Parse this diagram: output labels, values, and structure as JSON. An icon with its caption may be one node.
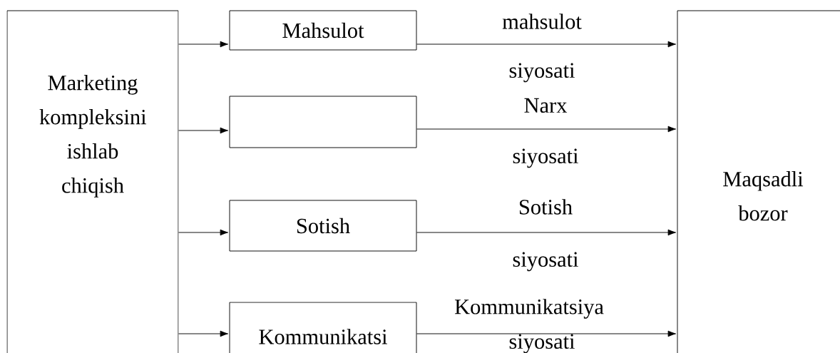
{
  "diagram": {
    "nodes": [
      {
        "text": [
          "Marketing kompleksini ishlab chiqish"
        ]
      },
      {
        "text": [
          "Mahsulot"
        ]
      },
      {
        "text": [],
        "shape": "box"
      },
      {
        "text": [
          "Sotish"
        ]
      },
      {
        "text": [
          "Kommunikatsi"
        ]
      },
      {
        "text": [
          "Maqsadli bozor"
        ]
      }
    ],
    "edges": [
      {
        "from": 0,
        "to": 1,
        "arrow": "to"
      },
      {
        "from": 0,
        "to": 2,
        "arrow": "to"
      },
      {
        "from": 0,
        "to": 3,
        "arrow": "to"
      },
      {
        "from": 0,
        "to": 4,
        "arrow": "to"
      },
      {
        "from": 1,
        "to": 5,
        "arrow": "to"
      },
      {
        "from": 2,
        "to": 5,
        "arrow": "to"
      },
      {
        "from": 3,
        "to": 5,
        "arrow": "to"
      },
      {
        "from": 4,
        "to": 5,
        "arrow": "to"
      }
    ],
    "labels": [
      "mahsulot",
      "siyosati",
      "Narx",
      "siyosati",
      "Sotish",
      "siyosati",
      "Kommunikatsiya",
      "siyosati"
    ]
  }
}
